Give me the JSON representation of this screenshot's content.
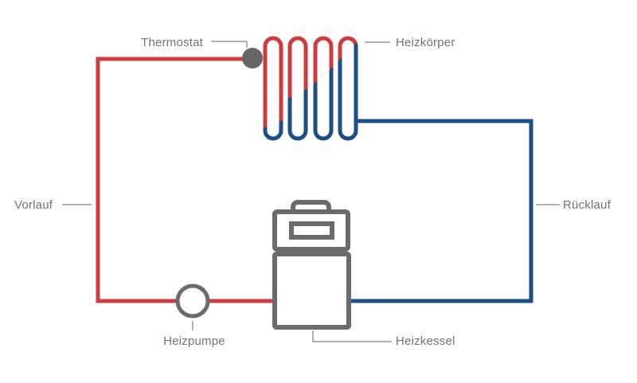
{
  "diagram": {
    "title": "heating-circuit-diagram",
    "labels": {
      "thermostat": "Thermostat",
      "heizkoerper": "Heizkörper",
      "vorlauf": "Vorlauf",
      "ruecklauf": "Rücklauf",
      "heizpumpe": "Heizpumpe",
      "heizkessel": "Heizkessel"
    },
    "colors": {
      "supply_red": "#cf3a3e",
      "return_blue": "#1c4e87",
      "equipment_gray": "#6b6b6b",
      "thermostat_gray": "#666666",
      "label_text_gray": "#737373",
      "label_line_gray": "#9a9a9a",
      "background": "#ffffff"
    }
  }
}
